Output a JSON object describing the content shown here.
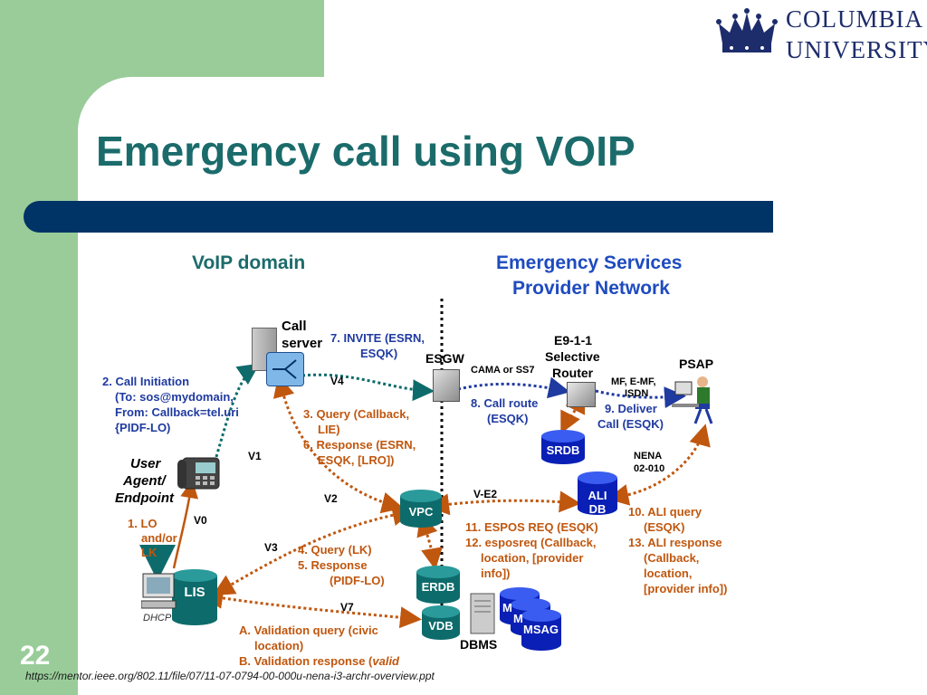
{
  "slide": {
    "title": "Emergency call using VOIP",
    "slide_number": "22",
    "source_url": "https://mentor.ieee.org/802.11/file/07/11-07-0794-00-000u-nena-i3-archr-overview.ppt"
  },
  "logo": {
    "line1": "COLUMBIA",
    "line2": "UNIVERSITY"
  },
  "colors": {
    "accent_green": "#99cc99",
    "title_teal": "#1b6b6b",
    "bar_navy": "#003366",
    "flow_blue": "#1f3aa0",
    "flow_orange": "#c0570f",
    "db_teal": "#0e6b6b",
    "db_blue": "#0a1fb5"
  },
  "diagram": {
    "headings": {
      "voip_domain": "VoIP domain",
      "esp_line1": "Emergency Services",
      "esp_line2": "Provider Network"
    },
    "nodes": {
      "call_server_1": "Call",
      "call_server_2": "server",
      "esgw": "ESGW",
      "e911_1": "E9-1-1",
      "e911_2": "Selective",
      "e911_3": "Router",
      "psap": "PSAP",
      "ua_1": "User",
      "ua_2": "Agent/",
      "ua_3": "Endpoint",
      "srdb": "SRDB",
      "vpc": "VPC",
      "ali_1": "ALI",
      "ali_2": "DB",
      "erdb": "ERDB",
      "vdb": "VDB",
      "lis": "LIS",
      "dbms": "DBMS",
      "msag": "MSAG",
      "msag_m1": "M",
      "msag_m2": "M",
      "dhcp": "DHCP"
    },
    "interfaces": {
      "v0": "V0",
      "v1": "V1",
      "v2": "V2",
      "v3": "V3",
      "v4": "V4",
      "v7": "V7",
      "ve2": "V-E2",
      "cama": "CAMA or SS7",
      "mf_1": "MF, E-MF,",
      "mf_2": "ISDN",
      "nena_1": "NENA",
      "nena_2": "02-010"
    },
    "steps": {
      "s1_1": "1. LO",
      "s1_2": "and/or",
      "s1_3": "LK",
      "s2_1": "2. Call Initiation",
      "s2_2": "(To: sos@mydomain,",
      "s2_3": "From: Callback=tel.uri",
      "s2_4": "{PIDF-LO)",
      "s3_1": "3. Query (Callback,",
      "s3_2": "LIE)",
      "s6_1": "6. Response (ESRN,",
      "s6_2": "ESQK, [LRO])",
      "s7_1": "7. INVITE (ESRN,",
      "s7_2": "ESQK)",
      "s8_1": "8. Call route",
      "s8_2": "(ESQK)",
      "s9_1": "9. Deliver",
      "s9_2": "Call (ESQK)",
      "s10_1": "10. ALI query",
      "s10_2": "(ESQK)",
      "s11": "11. ESPOS REQ (ESQK)",
      "s12_1": "12. esposreq (Callback,",
      "s12_2": "location, [provider",
      "s12_3": "info])",
      "s13_1": "13. ALI response",
      "s13_2": "(Callback,",
      "s13_3": "location,",
      "s13_4": "[provider info])",
      "s4": "4. Query (LK)",
      "s5_1": "5. Response",
      "s5_2": "(PIDF-LO)",
      "sa_1": "A. Validation query (civic",
      "sa_2": "location)",
      "sb_1": "B. Validation response (",
      "sb_italic": "valid"
    }
  }
}
